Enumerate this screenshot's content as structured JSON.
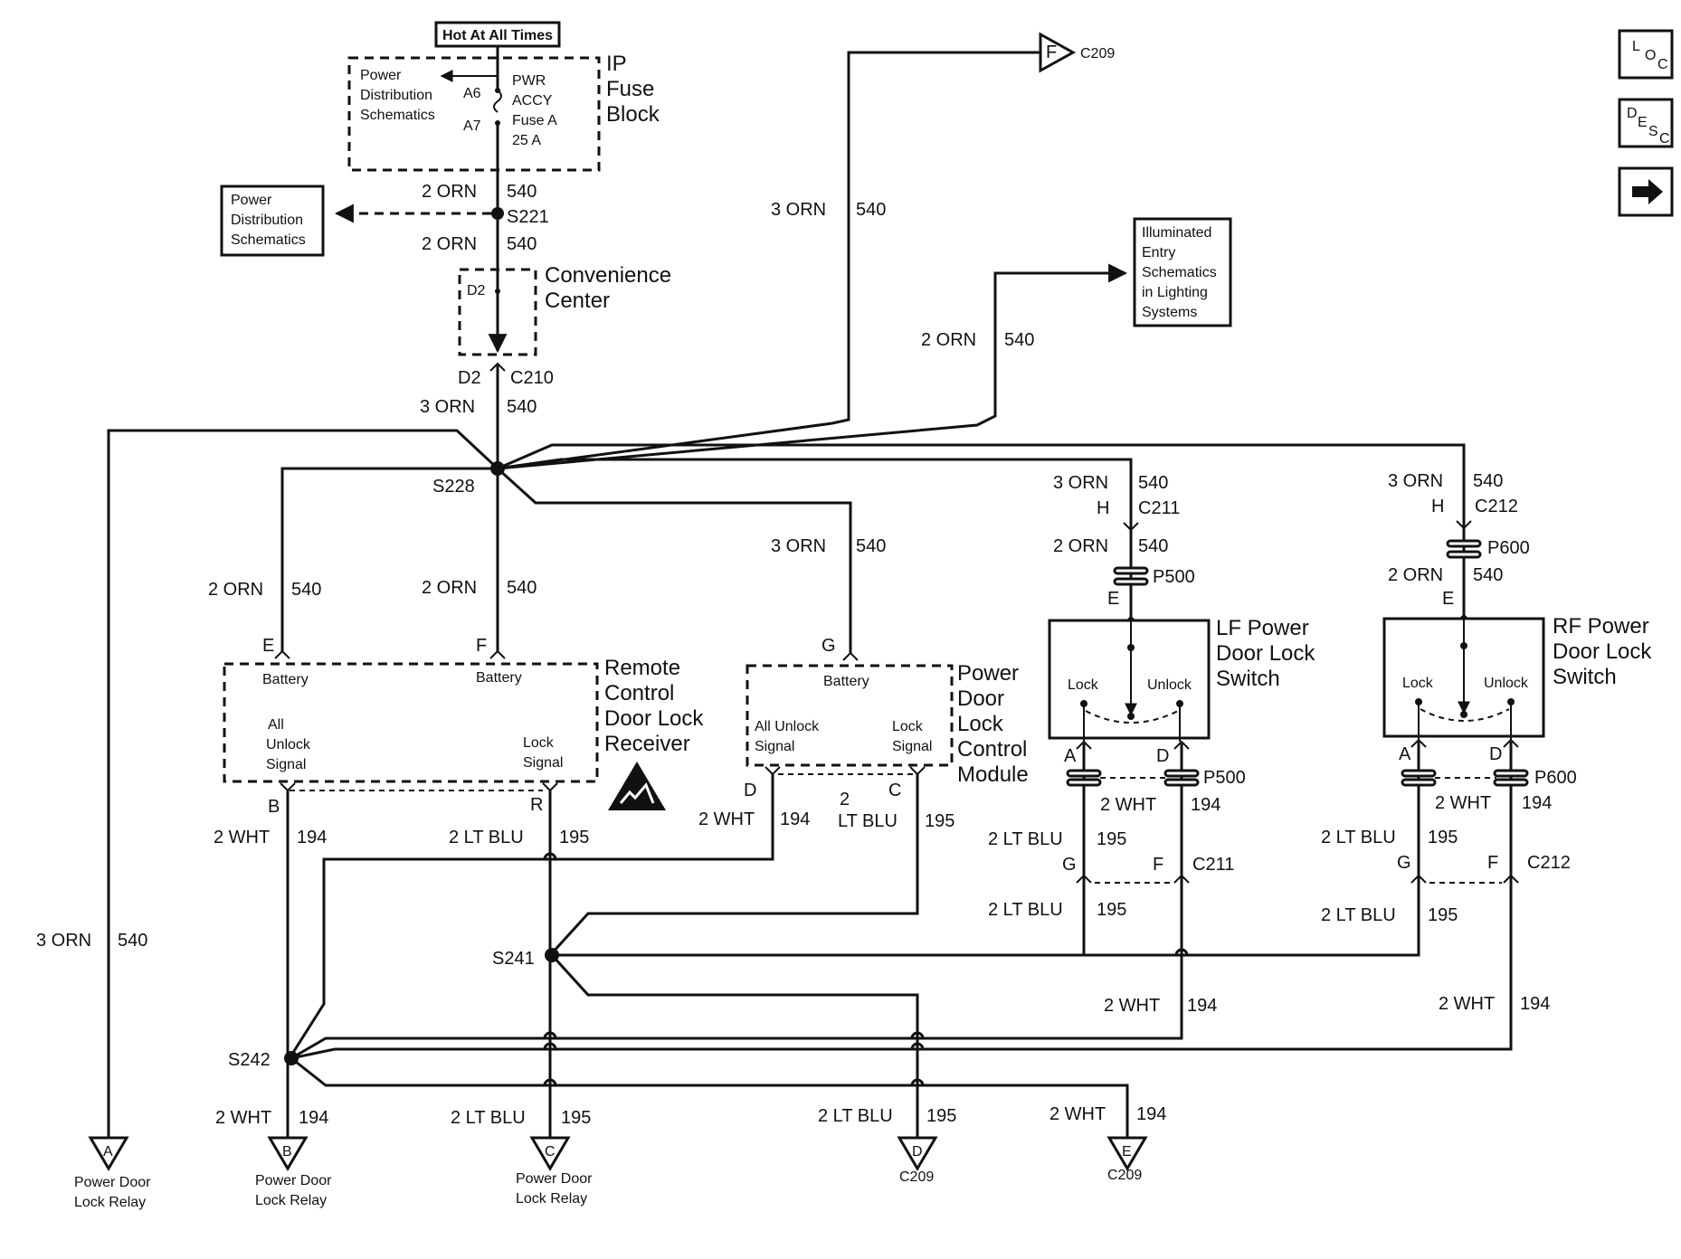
{
  "fuse_block": {
    "hot_label": "Hot At All Times",
    "title_line1": "IP",
    "title_line2": "Fuse",
    "title_line3": "Block",
    "pd_line1": "Power",
    "pd_line2": "Distribution",
    "pd_line3": "Schematics",
    "pin_a6": "A6",
    "pin_a7": "A7",
    "fuse_line1": "PWR",
    "fuse_line2": "ACCY",
    "fuse_line3": "Fuse A",
    "fuse_line4": "25 A"
  },
  "pd_box": {
    "line1": "Power",
    "line2": "Distribution",
    "line3": "Schematics"
  },
  "illum_box": {
    "line1": "Illuminated",
    "line2": "Entry",
    "line3": "Schematics",
    "line4": "in Lighting",
    "line5": "Systems"
  },
  "convenience": {
    "line1": "Convenience",
    "line2": "Center",
    "pin": "D2"
  },
  "wires": {
    "orn2": "2 ORN",
    "orn3": "3 ORN",
    "c540": "540",
    "wht2": "2 WHT",
    "c194": "194",
    "ltblu2": "2 LT BLU",
    "c195": "195",
    "two": "2",
    "ltblu": "LT BLU"
  },
  "connectors": {
    "s221": "S221",
    "s228": "S228",
    "s241": "S241",
    "s242": "S242",
    "d2": "D2",
    "c210": "C210",
    "c211": "C211",
    "c212": "C212",
    "c209": "C209",
    "p500": "P500",
    "p600": "P600"
  },
  "pins": {
    "a": "A",
    "b": "B",
    "c": "C",
    "d": "D",
    "e": "E",
    "f": "F",
    "g": "G",
    "h": "H",
    "r": "R"
  },
  "rcdlr": {
    "name1": "Remote",
    "name2": "Control",
    "name3": "Door Lock",
    "name4": "Receiver",
    "battery": "Battery",
    "all1": "All",
    "all2": "Unlock",
    "all3": "Signal",
    "lock1": "Lock",
    "lock2": "Signal"
  },
  "pdlcm": {
    "name1": "Power",
    "name2": "Door",
    "name3": "Lock",
    "name4": "Control",
    "name5": "Module",
    "battery": "Battery",
    "all1": "All Unlock",
    "all2": "Signal",
    "lock1": "Lock",
    "lock2": "Signal"
  },
  "lf_switch": {
    "name1": "LF Power",
    "name2": "Door Lock",
    "name3": "Switch",
    "lock": "Lock",
    "unlock": "Unlock"
  },
  "rf_switch": {
    "name1": "RF Power",
    "name2": "Door Lock",
    "name3": "Switch",
    "lock": "Lock",
    "unlock": "Unlock"
  },
  "destinations": {
    "relay1": "Power Door",
    "relay2": "Lock Relay",
    "c209": "C209"
  },
  "nav": {
    "loc_l": "L",
    "loc_o": "O",
    "loc_c": "C",
    "desc_d": "D",
    "desc_e": "E",
    "desc_s": "S",
    "desc_c": "C"
  },
  "colors": {
    "ink": "#111111",
    "paper": "#ffffff"
  },
  "icons": [
    "esd-sensitive-icon",
    "arrow-right-icon"
  ]
}
